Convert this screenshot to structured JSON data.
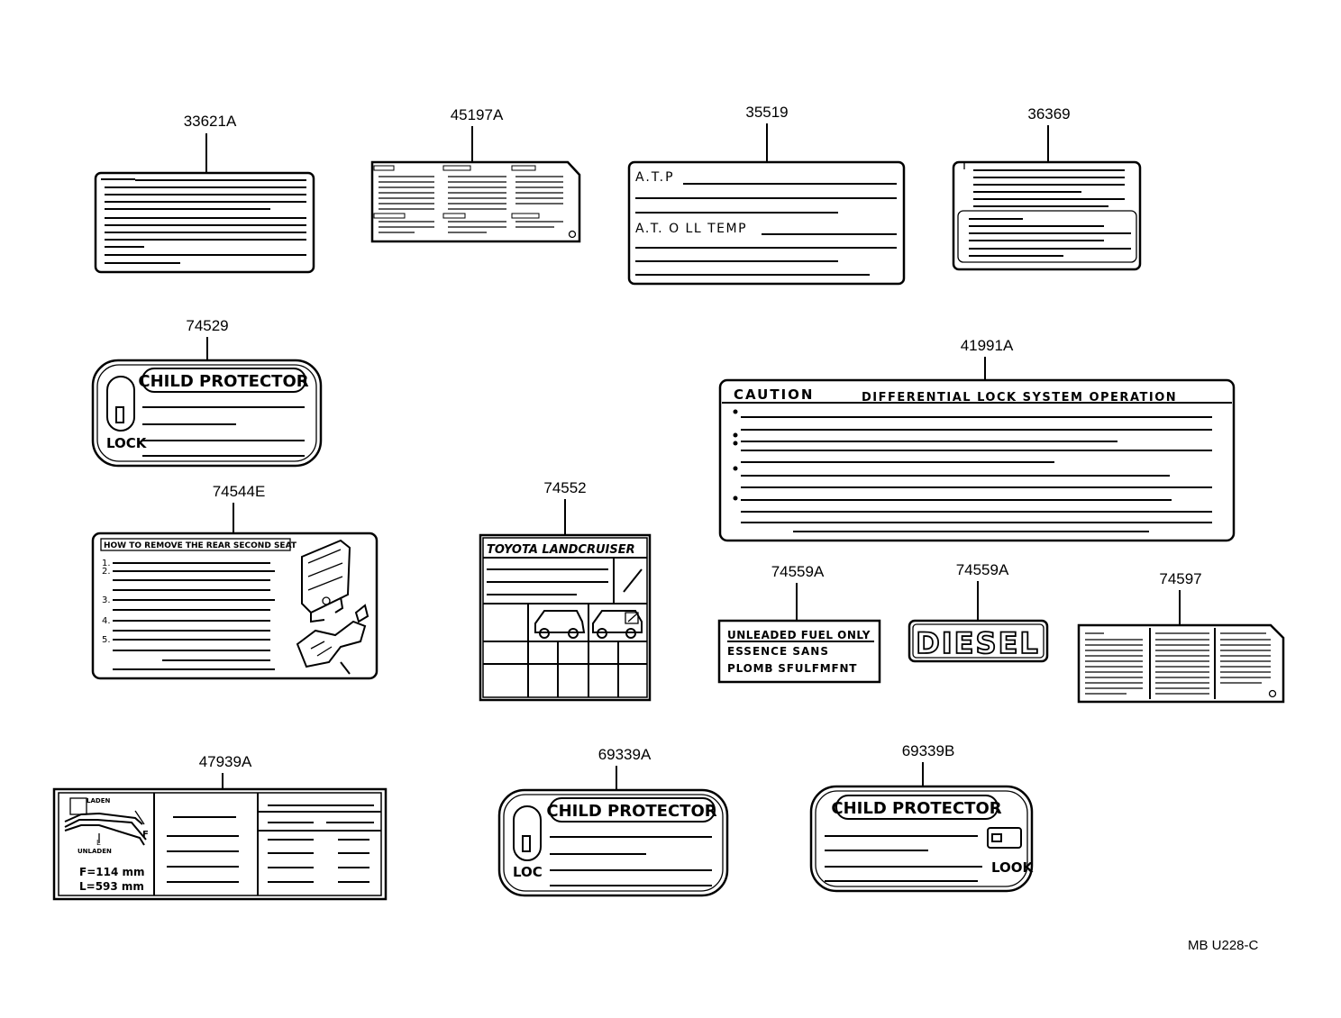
{
  "diagram_code": "MB  U228-C",
  "labels": {
    "l33621a": {
      "part_no": "33621A"
    },
    "l45197a": {
      "part_no": "45197A"
    },
    "l35519": {
      "part_no": "35519",
      "line1": "A.T.P",
      "line2": "A.T. O LL TEMP"
    },
    "l36369": {
      "part_no": "36369"
    },
    "l74529": {
      "part_no": "74529",
      "title": "CHILD PROTECTOR",
      "lock_text": "LOCK"
    },
    "l41991a": {
      "part_no": "41991A",
      "heading_left": "CAUTION",
      "heading_right": "DIFFERENTIAL  LOCK  SYSTEM  OPERATION"
    },
    "l74544e": {
      "part_no": "74544E",
      "title": "HOW TO REMOVE THE REAR SECOND SEAT",
      "items": [
        "1.",
        "2.",
        "3.",
        "4.",
        "5."
      ]
    },
    "l74552": {
      "part_no": "74552",
      "title": "TOYOTA  LANDCRUISER"
    },
    "l74559a_1": {
      "part_no": "74559A",
      "lines": [
        "UNLEADED FUEL ONLY",
        "ESSENCE  SANS",
        "PLOMB  SFULFMFNT"
      ]
    },
    "l74559a_2": {
      "part_no": "74559A",
      "text": "DIESEL"
    },
    "l74597": {
      "part_no": "74597"
    },
    "l47939a": {
      "part_no": "47939A",
      "laden": "LADEN",
      "unladen": "UNLADEN",
      "f_marker": "F",
      "l_marker": "L",
      "f_value": "F=114 mm",
      "l_value": "L=593 mm"
    },
    "l69339a": {
      "part_no": "69339A",
      "title": "CHILD PROTECTOR",
      "lock_text": "LOC"
    },
    "l69339b": {
      "part_no": "69339B",
      "title": "CHILD PROTECTOR",
      "lock_text": "LOOK"
    }
  }
}
